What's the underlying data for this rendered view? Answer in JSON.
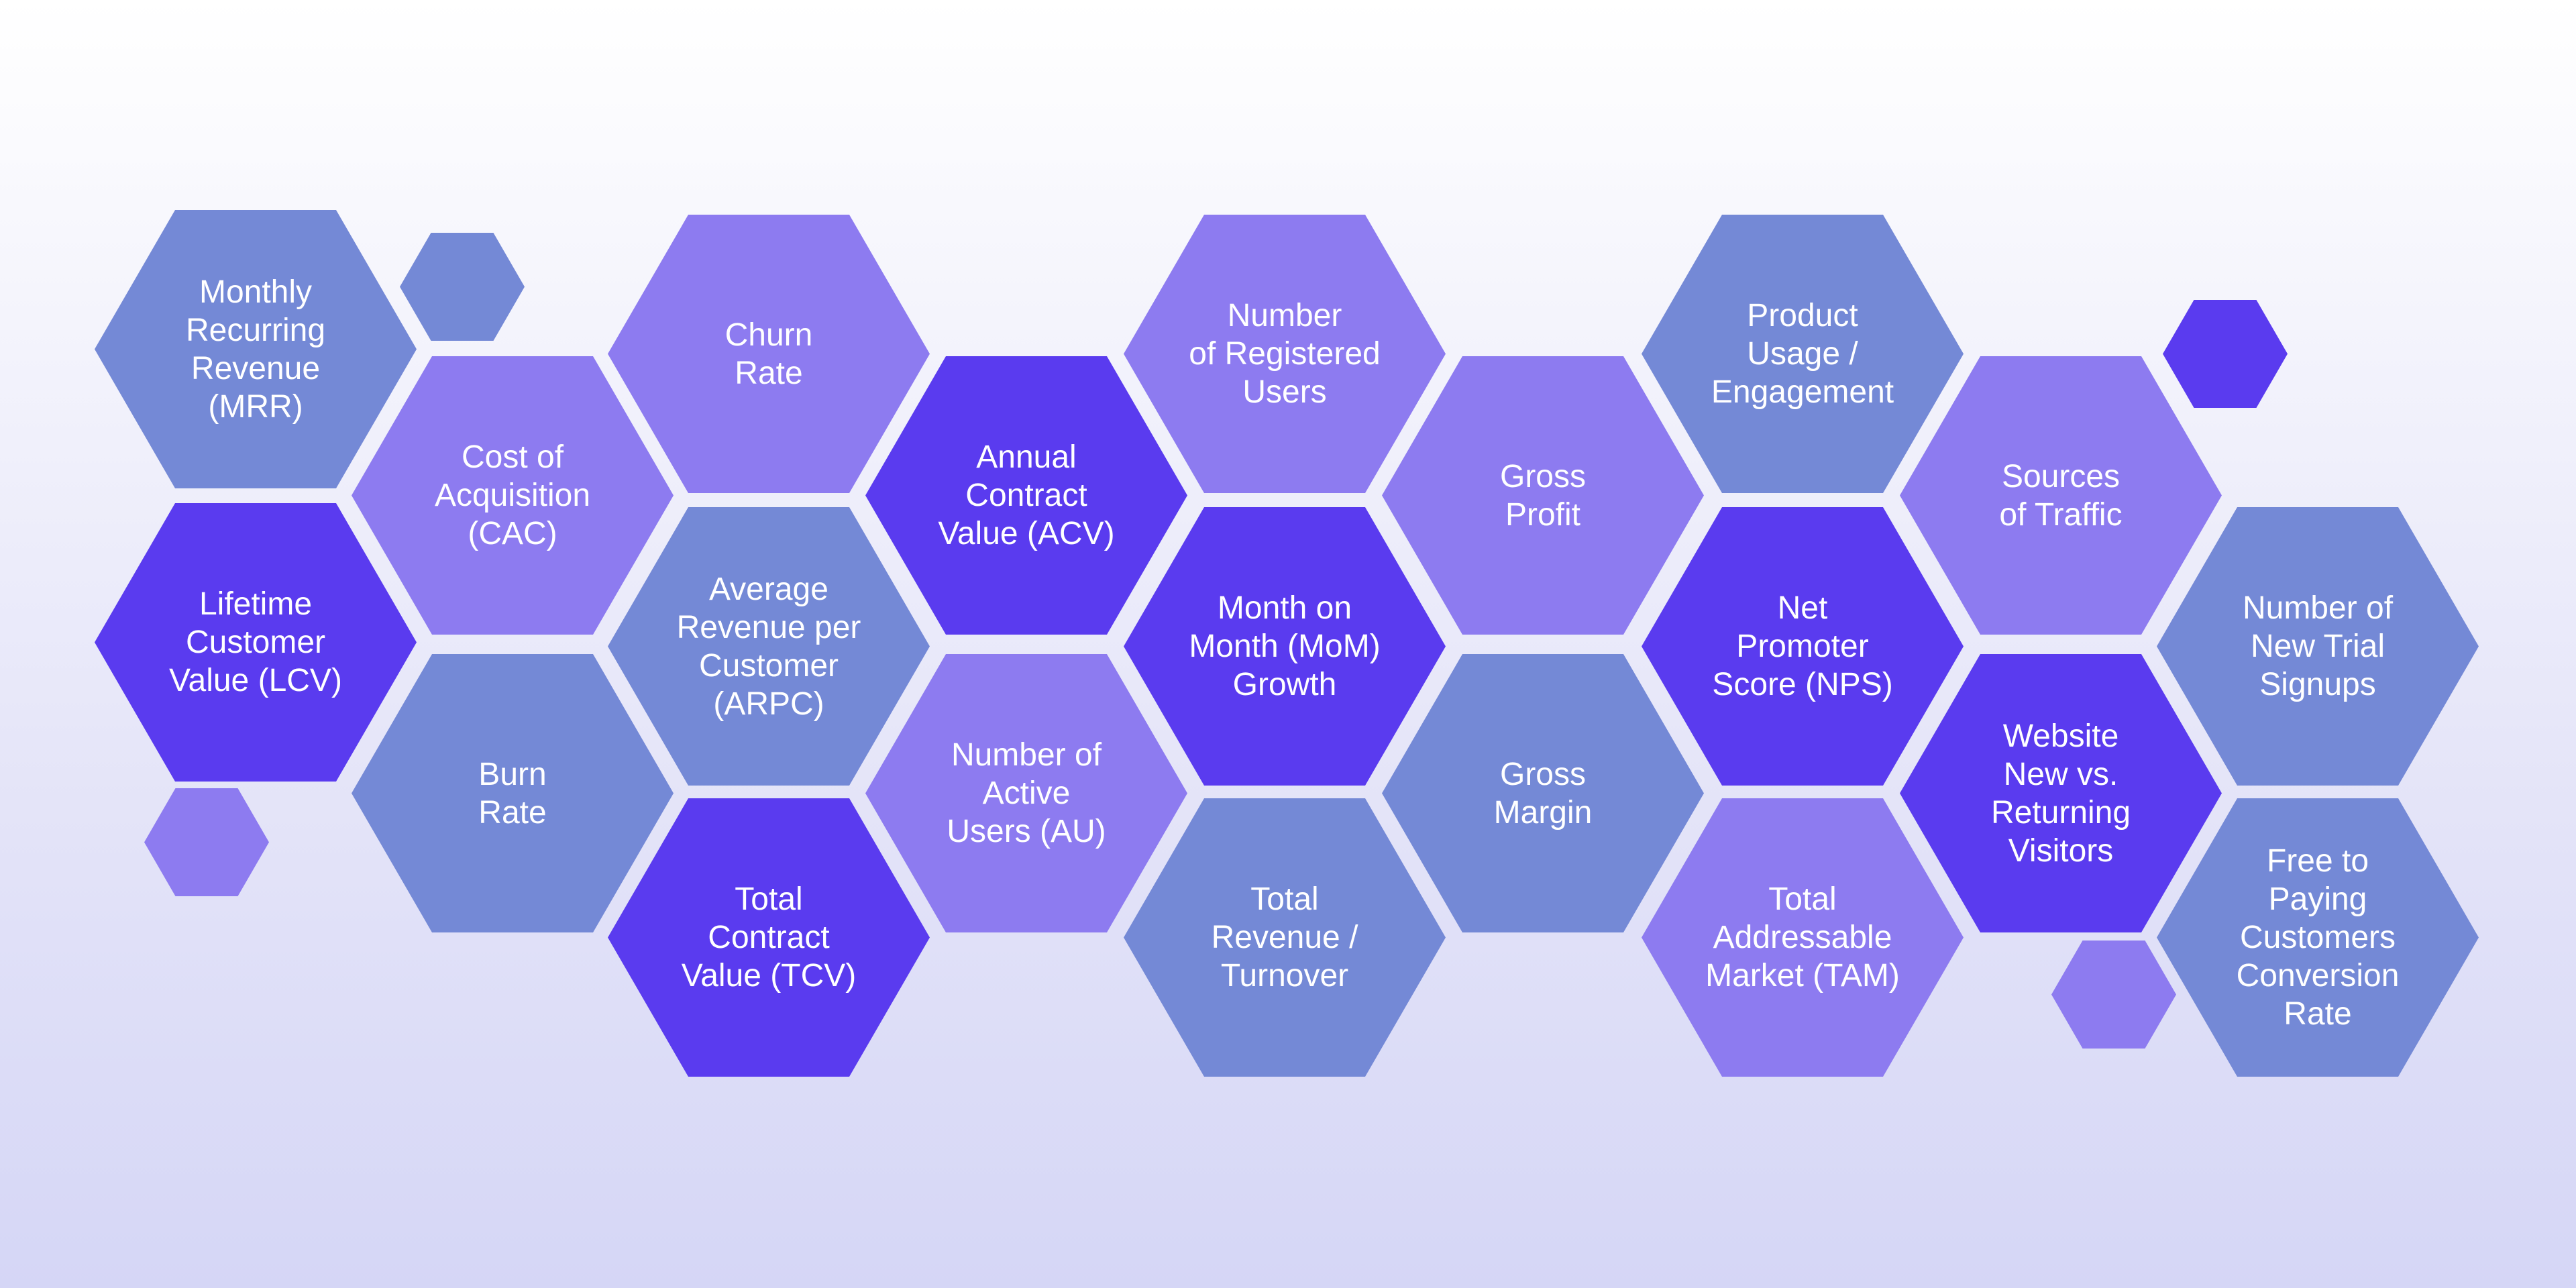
{
  "palette": {
    "steel": "#7489d6",
    "lavender": "#8d7bf0",
    "indigo": "#5a3bef",
    "label": "#ffffff"
  },
  "hexagons": [
    {
      "id": "mrr",
      "label": "Monthly\nRecurring\nRevenue\n(MRR)",
      "color": "steel"
    },
    {
      "id": "cac",
      "label": "Cost of\nAcquisition\n(CAC)",
      "color": "lavender"
    },
    {
      "id": "lcv",
      "label": "Lifetime\nCustomer\nValue (LCV)",
      "color": "indigo"
    },
    {
      "id": "burn-rate",
      "label": "Burn\nRate",
      "color": "steel"
    },
    {
      "id": "churn-rate",
      "label": "Churn\nRate",
      "color": "lavender"
    },
    {
      "id": "arpc",
      "label": "Average\nRevenue per\nCustomer\n(ARPC)",
      "color": "steel"
    },
    {
      "id": "tcv",
      "label": "Total\nContract\nValue (TCV)",
      "color": "indigo"
    },
    {
      "id": "acv",
      "label": "Annual\nContract\nValue (ACV)",
      "color": "indigo"
    },
    {
      "id": "active-users",
      "label": "Number of\nActive\nUsers (AU)",
      "color": "lavender"
    },
    {
      "id": "registered-users",
      "label": "Number\nof Registered\nUsers",
      "color": "lavender"
    },
    {
      "id": "mom-growth",
      "label": "Month on\nMonth (MoM)\nGrowth",
      "color": "indigo"
    },
    {
      "id": "total-revenue",
      "label": "Total\nRevenue /\nTurnover",
      "color": "steel"
    },
    {
      "id": "gross-profit",
      "label": "Gross\nProfit",
      "color": "lavender"
    },
    {
      "id": "gross-margin",
      "label": "Gross\nMargin",
      "color": "steel"
    },
    {
      "id": "product-usage",
      "label": "Product\nUsage /\nEngagement",
      "color": "steel"
    },
    {
      "id": "nps",
      "label": "Net\nPromoter\nScore (NPS)",
      "color": "indigo"
    },
    {
      "id": "tam",
      "label": "Total\nAddressable\nMarket (TAM)",
      "color": "lavender"
    },
    {
      "id": "traffic-sources",
      "label": "Sources\nof Traffic",
      "color": "lavender"
    },
    {
      "id": "website-visitors",
      "label": "Website\nNew vs.\nReturning\nVisitors",
      "color": "indigo"
    },
    {
      "id": "trial-signups",
      "label": "Number of\nNew Trial\nSignups",
      "color": "steel"
    },
    {
      "id": "free-to-paying",
      "label": "Free to\nPaying\nCustomers\nConversion\nRate",
      "color": "steel"
    }
  ],
  "accents": [
    {
      "id": "accent-1",
      "color": "steel"
    },
    {
      "id": "accent-2",
      "color": "lavender"
    },
    {
      "id": "accent-3",
      "color": "indigo"
    },
    {
      "id": "accent-4",
      "color": "lavender"
    }
  ]
}
